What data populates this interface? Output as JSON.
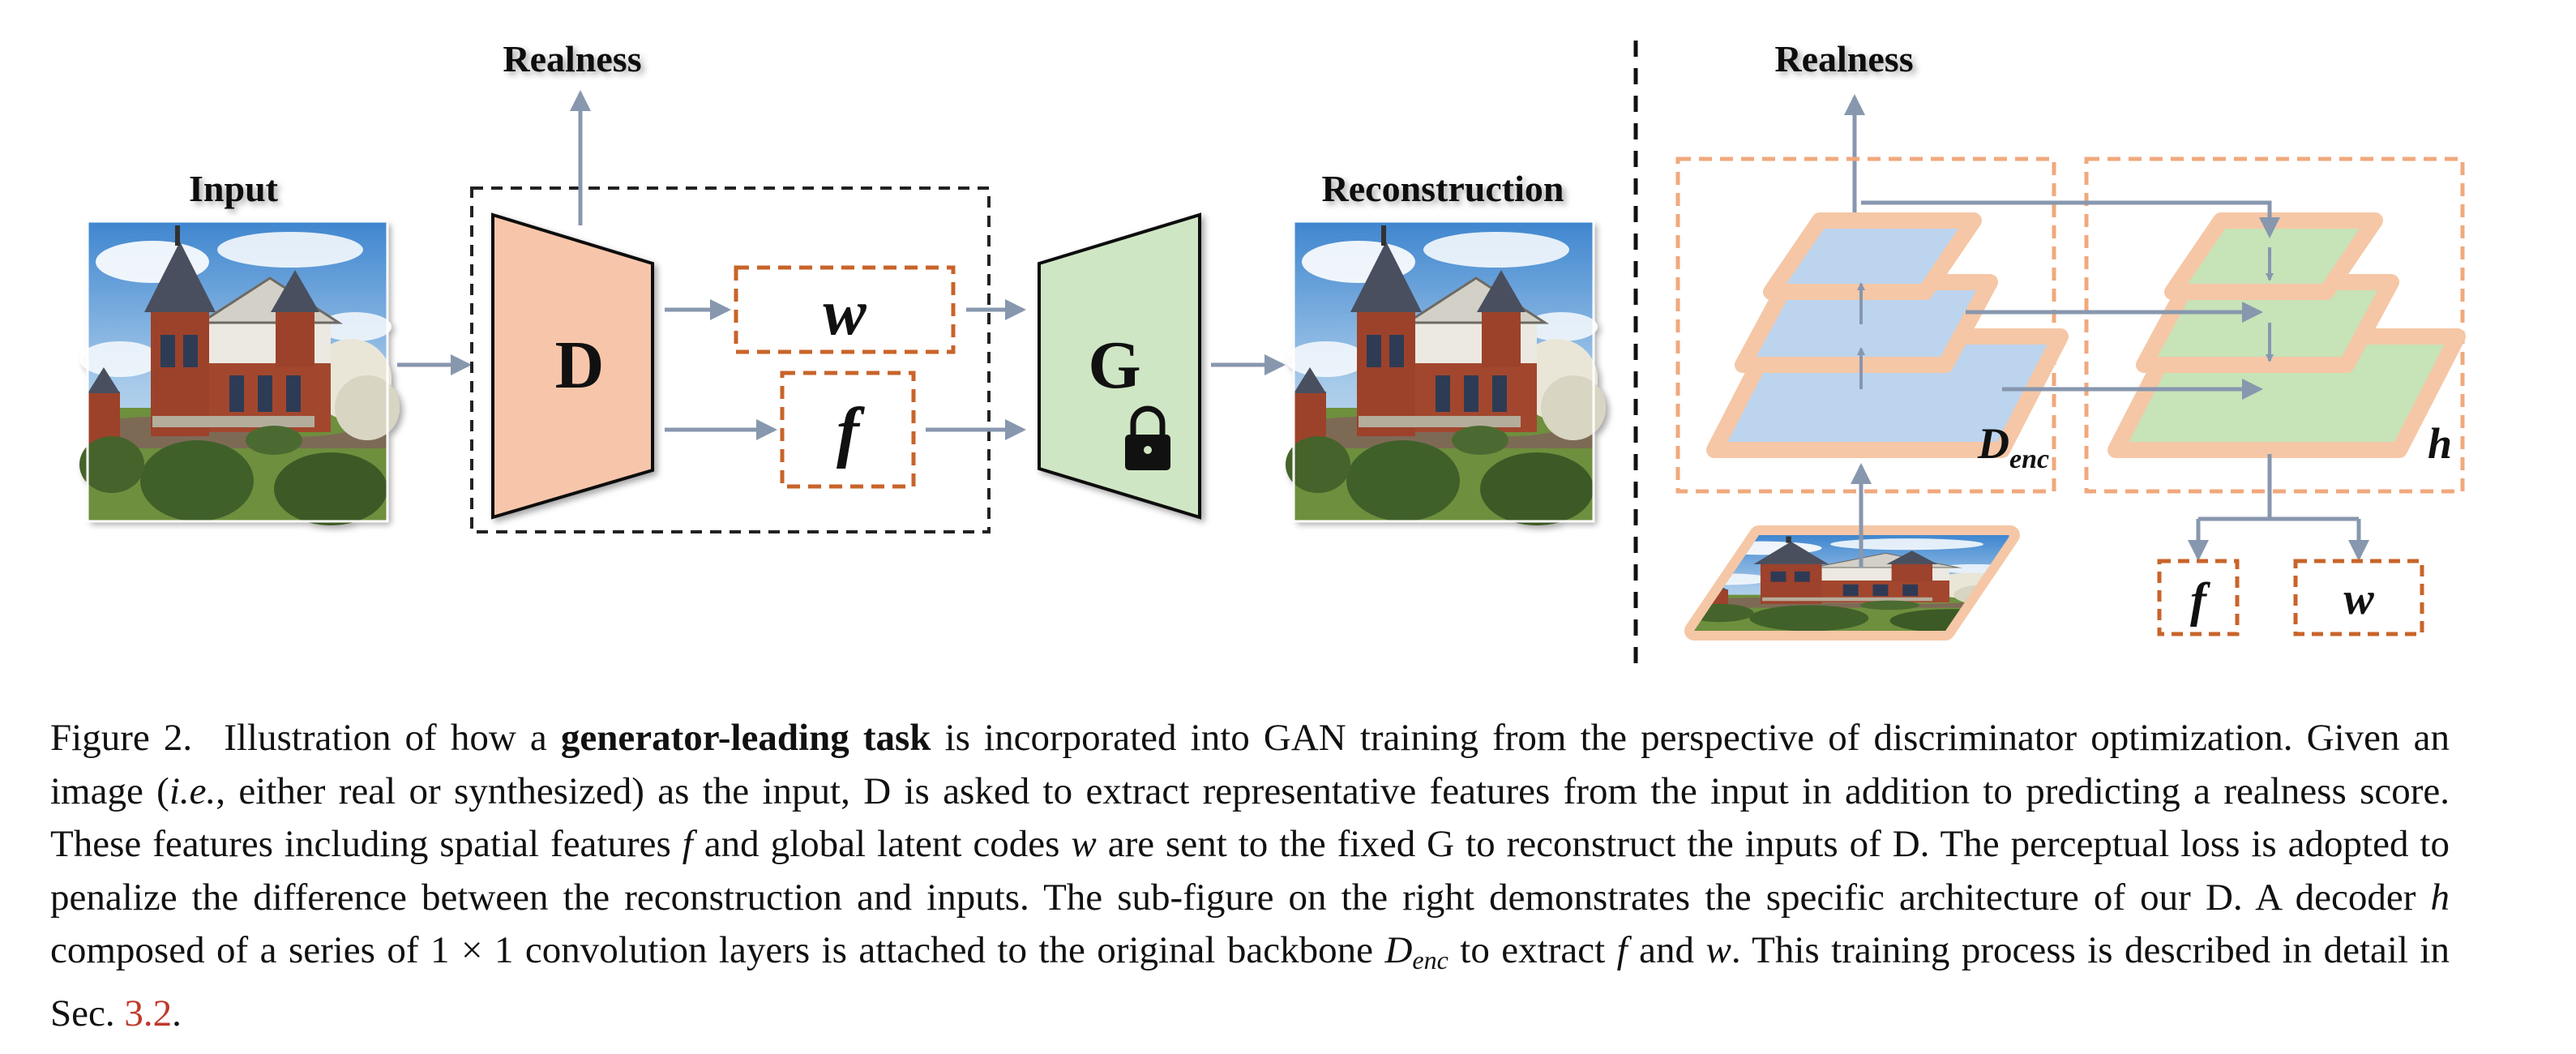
{
  "figure": {
    "labels": {
      "input": "Input",
      "realness_left": "Realness",
      "reconstruction": "Reconstruction",
      "realness_right": "Realness",
      "discriminator": "D",
      "generator": "G",
      "latent_w": "w",
      "feature_f": "f",
      "decoder_h": "h",
      "encoder_main": "D",
      "encoder_sub": "enc",
      "out_f": "f",
      "out_w": "w"
    },
    "colors": {
      "discriminator_fill": "#f7c6aa",
      "generator_fill": "#cfe6c4",
      "arrow": "#8797ae",
      "dashed_orange": "#c8642a",
      "encoder_layer": "#bcd4ee",
      "decoder_layer": "#c7e3b8",
      "layer_border": "#f5c7a6"
    },
    "icons": [
      "lock-icon",
      "church-image"
    ]
  },
  "caption": {
    "label": "Figure 2.",
    "p1": "Illustration of how a ",
    "bold": "generator-leading task",
    "p2": " is incorporated into GAN training from the perspective of discriminator optimization. Given an image (",
    "ie": "i.e.",
    "p3": ", either real or synthesized) as the input, D is asked to extract representative features from the input in addition to predicting a realness score. These features including spatial features ",
    "m_f1": "f",
    "p4": " and global latent codes ",
    "m_w1": "w",
    "p5": " are sent to the fixed G to reconstruct the inputs of D. The perceptual loss is adopted to penalize the difference between the reconstruction and inputs. The sub-figure on the right demonstrates the specific architecture of our D. A decoder ",
    "m_h": "h",
    "p6": " composed of a series of ",
    "m_conv": "1 × 1",
    "p7": " convolution layers is attached to the original backbone ",
    "m_denc": "D",
    "m_denc_sub": "enc",
    "p8": " to extract ",
    "m_f2": "f",
    "p9": " and ",
    "m_w2": "w",
    "p10": ". This training process is described in detail in Sec. ",
    "ref": "3.2",
    "p11": "."
  }
}
